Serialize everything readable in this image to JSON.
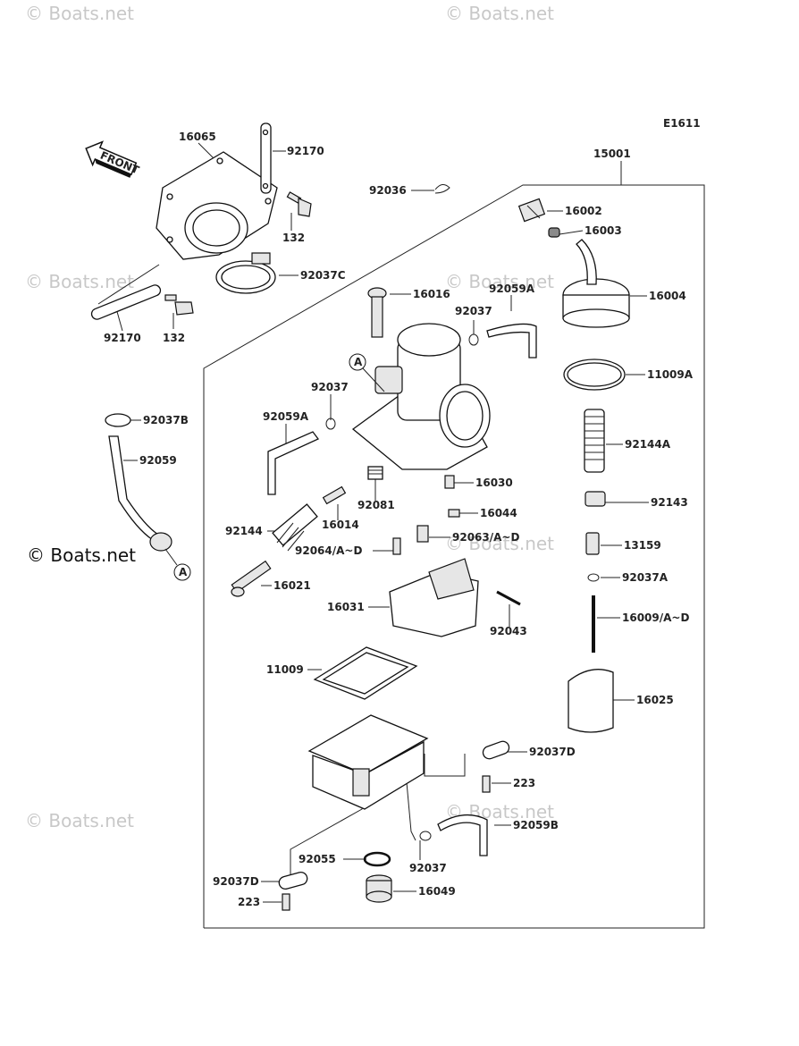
{
  "figure_code": "E1611",
  "front_label": "FRONT",
  "callout_letter": "A",
  "watermark": "© Boats.net",
  "watermark_overlay": "© Boats.net",
  "parts": [
    {
      "id": "p16065",
      "number": "16065"
    },
    {
      "id": "p92170a",
      "number": "92170"
    },
    {
      "id": "p15001",
      "number": "15001"
    },
    {
      "id": "p92036",
      "number": "92036"
    },
    {
      "id": "p132a",
      "number": "132"
    },
    {
      "id": "p16002",
      "number": "16002"
    },
    {
      "id": "p16003",
      "number": "16003"
    },
    {
      "id": "p92037c",
      "number": "92037C"
    },
    {
      "id": "p16016",
      "number": "16016"
    },
    {
      "id": "p92059a1",
      "number": "92059A"
    },
    {
      "id": "p16004",
      "number": "16004"
    },
    {
      "id": "p92170b",
      "number": "92170"
    },
    {
      "id": "p132b",
      "number": "132"
    },
    {
      "id": "p92037a1",
      "number": "92037"
    },
    {
      "id": "p11009a",
      "number": "11009A"
    },
    {
      "id": "p92037b2",
      "number": "92037"
    },
    {
      "id": "p92037b",
      "number": "92037B"
    },
    {
      "id": "p92059a2",
      "number": "92059A"
    },
    {
      "id": "p92059",
      "number": "92059"
    },
    {
      "id": "p92144a",
      "number": "92144A"
    },
    {
      "id": "p16030",
      "number": "16030"
    },
    {
      "id": "p92081",
      "number": "92081"
    },
    {
      "id": "p92143",
      "number": "92143"
    },
    {
      "id": "p16044",
      "number": "16044"
    },
    {
      "id": "p16014",
      "number": "16014"
    },
    {
      "id": "p92144",
      "number": "92144"
    },
    {
      "id": "p92063",
      "number": "92063/A~D"
    },
    {
      "id": "p92064",
      "number": "92064/A~D"
    },
    {
      "id": "p13159",
      "number": "13159"
    },
    {
      "id": "p92037a",
      "number": "92037A"
    },
    {
      "id": "p16021",
      "number": "16021"
    },
    {
      "id": "p16009",
      "number": "16009/A~D"
    },
    {
      "id": "p16031",
      "number": "16031"
    },
    {
      "id": "p92043",
      "number": "92043"
    },
    {
      "id": "p11009",
      "number": "11009"
    },
    {
      "id": "p16025",
      "number": "16025"
    },
    {
      "id": "p92037d1",
      "number": "92037D"
    },
    {
      "id": "p223a",
      "number": "223"
    },
    {
      "id": "p92059b",
      "number": "92059B"
    },
    {
      "id": "p92055",
      "number": "92055"
    },
    {
      "id": "p92037e",
      "number": "92037"
    },
    {
      "id": "p92037d2",
      "number": "92037D"
    },
    {
      "id": "p16049",
      "number": "16049"
    },
    {
      "id": "p223b",
      "number": "223"
    }
  ]
}
